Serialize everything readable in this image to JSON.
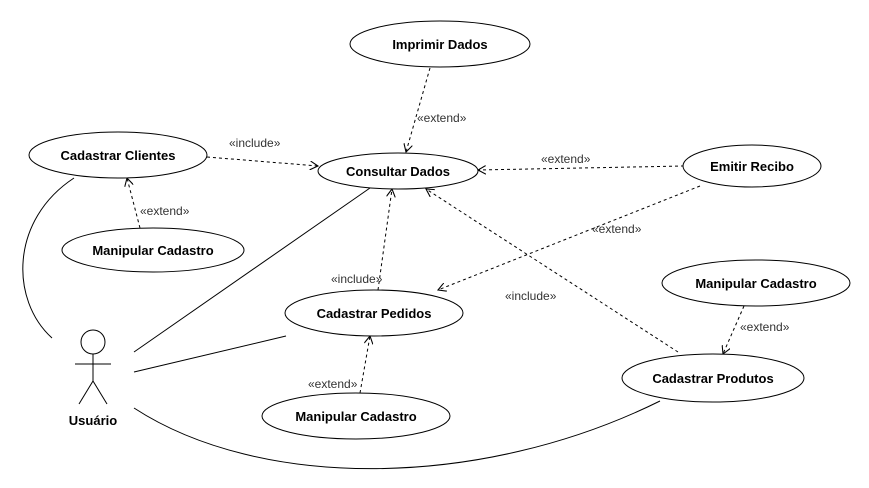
{
  "actor": {
    "name": "Usuário"
  },
  "use_cases": {
    "imprimir_dados": "Imprimir Dados",
    "cadastrar_clientes": "Cadastrar Clientes",
    "consultar_dados": "Consultar Dados",
    "emitir_recibo": "Emitir Recibo",
    "manipular_cadastro_clientes": "Manipular Cadastro",
    "manipular_cadastro_produtos": "Manipular Cadastro",
    "cadastrar_pedidos": "Cadastrar Pedidos",
    "manipular_cadastro_pedidos": "Manipular Cadastro",
    "cadastrar_produtos": "Cadastrar Produtos"
  },
  "stereotypes": {
    "include": "«include»",
    "extend": "«extend»"
  },
  "colors": {
    "stroke": "#000000",
    "background": "#ffffff"
  }
}
